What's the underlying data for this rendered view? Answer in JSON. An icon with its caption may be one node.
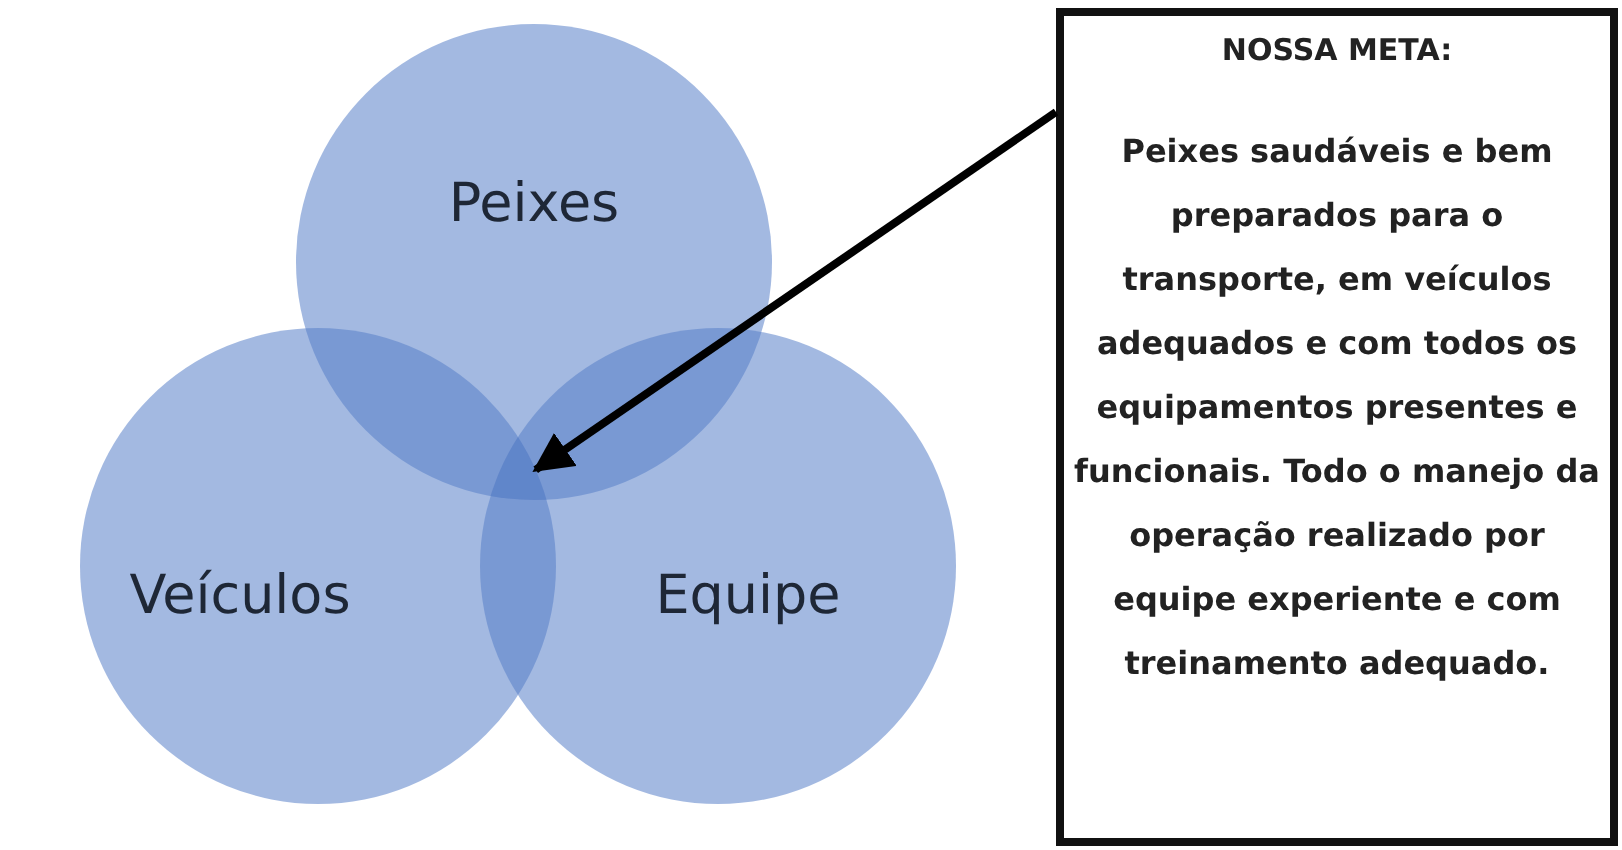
{
  "diagram": {
    "nodes": [
      {
        "text": [
          "Peixes"
        ]
      },
      {
        "text": [
          "Veículos"
        ]
      },
      {
        "text": [
          "Equipe"
        ]
      },
      {
        "text": [],
        "shape": "triangle"
      },
      {
        "text": [
          "NOSSA META:",
          "Peixes saudáveis e bem preparados para o transporte, em veículos adequados e com todos os equipamentos presentes e funcionais. Todo o manejo da operação realizado por equipe experiente e com treinamento adequado."
        ]
      }
    ],
    "edges": [
      {
        "from": 4,
        "to": 3,
        "arrow": "to"
      }
    ]
  }
}
